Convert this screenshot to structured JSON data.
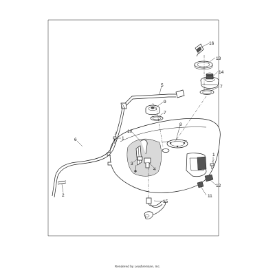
{
  "callouts": [
    {
      "id": "1a",
      "text": "1"
    },
    {
      "id": "1b",
      "text": "1"
    },
    {
      "id": "2",
      "text": "2"
    },
    {
      "id": "3",
      "text": "3"
    },
    {
      "id": "4",
      "text": "4"
    },
    {
      "id": "5",
      "text": "5"
    },
    {
      "id": "6",
      "text": "6"
    },
    {
      "id": "7a",
      "text": "7"
    },
    {
      "id": "7b",
      "text": "7"
    },
    {
      "id": "8",
      "text": "8"
    },
    {
      "id": "9",
      "text": "9"
    },
    {
      "id": "10",
      "text": "10"
    },
    {
      "id": "11",
      "text": "11"
    },
    {
      "id": "12",
      "text": "12"
    },
    {
      "id": "13",
      "text": "13"
    },
    {
      "id": "14",
      "text": "14"
    },
    {
      "id": "15",
      "text": "15"
    },
    {
      "id": "16",
      "text": "16"
    }
  ],
  "footer": {
    "credit": "Rendered by LeadVenture, Inc."
  }
}
